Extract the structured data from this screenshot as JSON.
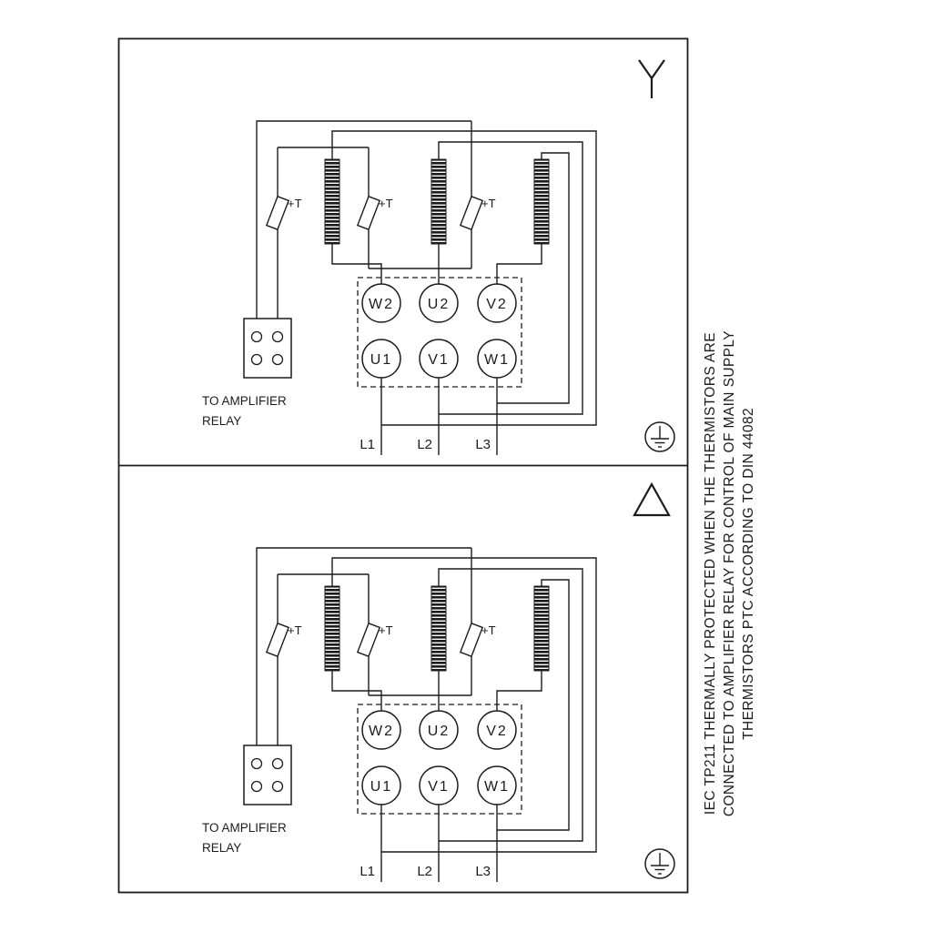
{
  "page": {
    "background": "#ffffff"
  },
  "colors": {
    "line": "#1c1c1c",
    "coil_fill": "#1c1c1c"
  },
  "side_note": {
    "lines": [
      "IEC TP211 THERMALLY PROTECTED WHEN THE THERMISTORS ARE",
      "CONNECTED TO AMPLIFIER RELAY FOR CONTROL OF MAIN SUPPLY",
      "THERMISTORS PTC ACCORDING TO DIN 44082"
    ]
  },
  "diagrams": [
    {
      "id": "star",
      "connection_symbol": "star",
      "terminals_top": [
        "W2",
        "U2",
        "V2"
      ],
      "terminals_bottom": [
        "U1",
        "V1",
        "W1"
      ],
      "supply_lines": [
        "L1",
        "L2",
        "L3"
      ],
      "thermistor_label": "+T",
      "relay_caption": [
        "TO AMPLIFIER",
        "RELAY"
      ]
    },
    {
      "id": "delta",
      "connection_symbol": "delta",
      "terminals_top": [
        "W2",
        "U2",
        "V2"
      ],
      "terminals_bottom": [
        "U1",
        "V1",
        "W1"
      ],
      "supply_lines": [
        "L1",
        "L2",
        "L3"
      ],
      "thermistor_label": "+T",
      "relay_caption": [
        "TO AMPLIFIER",
        "RELAY"
      ]
    }
  ]
}
